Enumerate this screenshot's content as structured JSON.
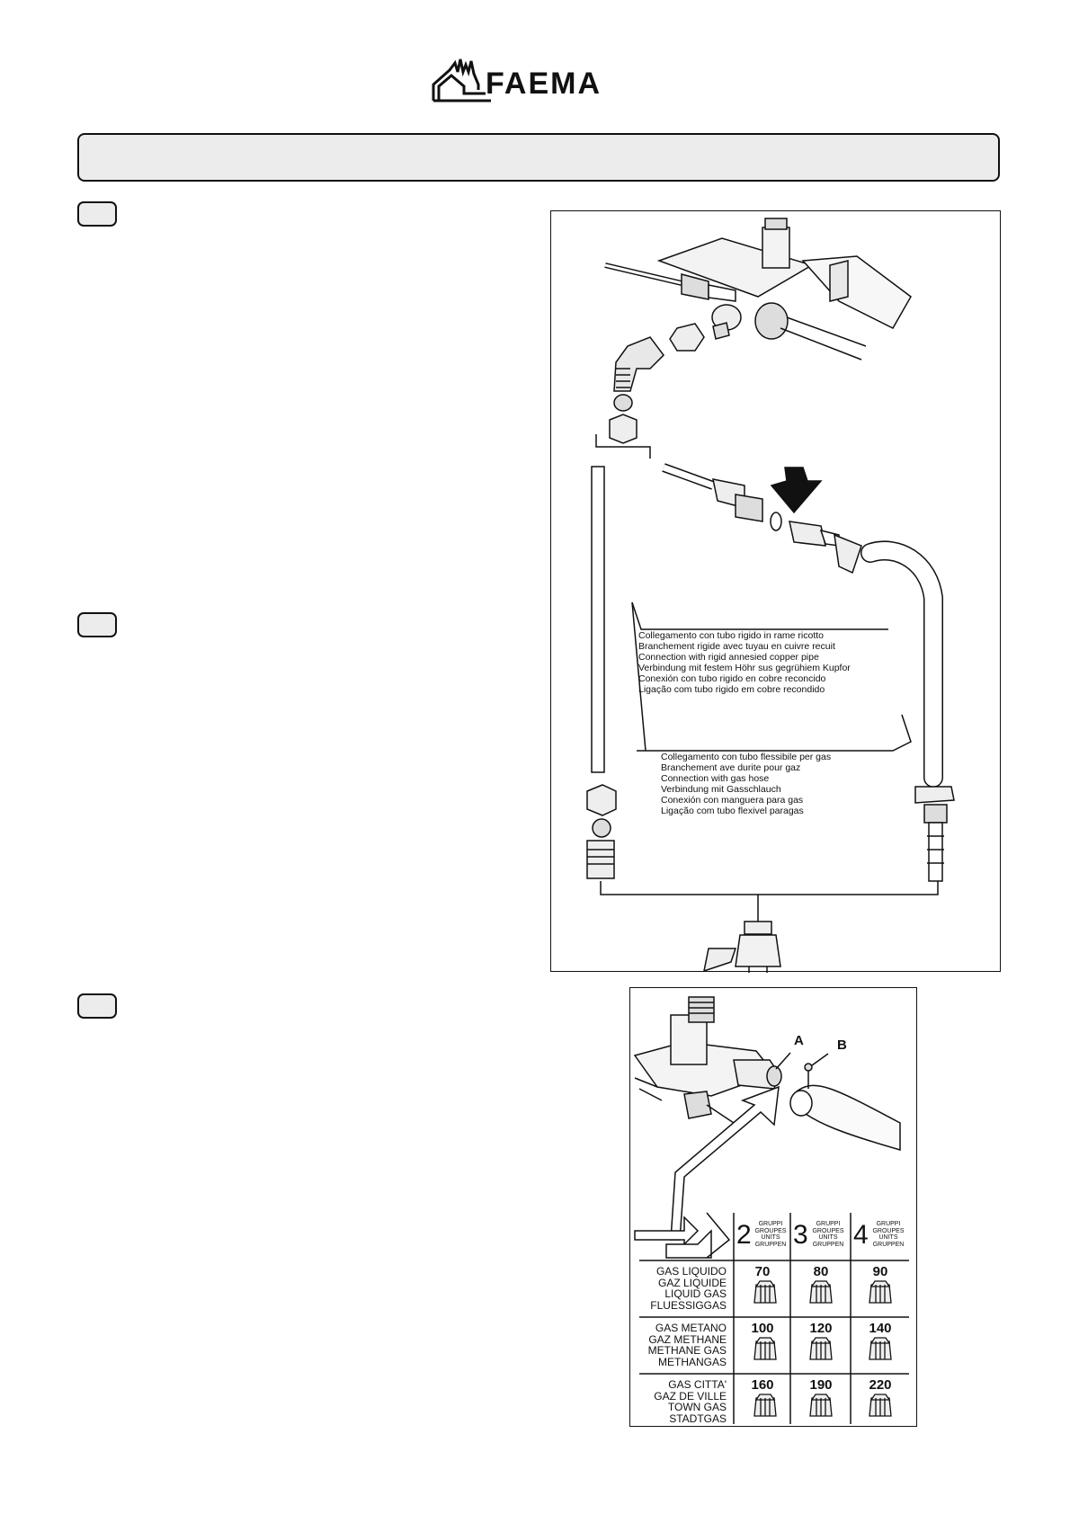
{
  "header": {
    "brand": "FAEMA"
  },
  "figure1": {
    "captions_rigid": [
      "Collegamento con tubo rigido in rame ricotto",
      "Branchement rigide avec tuyau en cuivre recuit",
      "Connection with rigid annesied copper pipe",
      "Verbindung mit festem Höhr sus gegrühiem Kupfor",
      "Conexión  con tubo rigido en cobre reconcido",
      "Ligação com tubo rigido em cobre recondido"
    ],
    "captions_hose": [
      "Collegamento con tubo flessibile per gas",
      "Branchement ave durite pour gaz",
      "Connection with gas hose",
      "Verbindung mit Gasschlauch",
      "Conexión con manguera para gas",
      "Ligação com tubo flexivel paragas"
    ]
  },
  "figure2": {
    "label_a": "A",
    "label_b": "B",
    "units_text": [
      "GRUPPI",
      "GROUPES",
      "UNITS",
      "GRUPPEN"
    ],
    "columns": [
      "2",
      "3",
      "4"
    ],
    "rows": [
      {
        "gas": [
          "GAS LIQUIDO",
          "GAZ LIQUIDE",
          "LIQUID GAS",
          "FLUESSIGGAS"
        ],
        "values": [
          "70",
          "80",
          "90"
        ]
      },
      {
        "gas": [
          "GAS METANO",
          "GAZ METHANE",
          "METHANE GAS",
          "METHANGAS"
        ],
        "values": [
          "100",
          "120",
          "140"
        ]
      },
      {
        "gas": [
          "GAS CITTA'",
          "GAZ DE VILLE",
          "TOWN GAS",
          "STADTGAS"
        ],
        "values": [
          "160",
          "190",
          "220"
        ]
      }
    ]
  }
}
